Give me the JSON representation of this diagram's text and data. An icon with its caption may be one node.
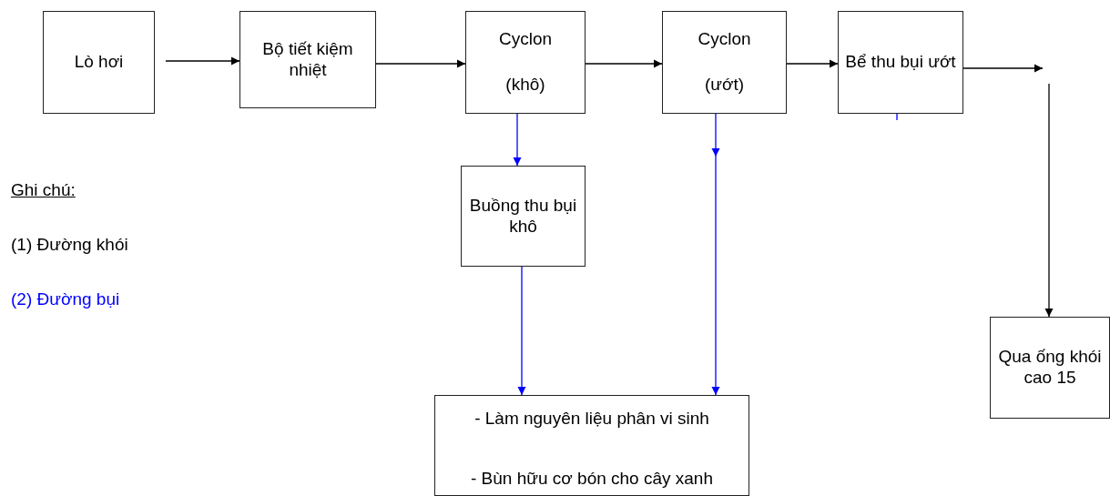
{
  "diagram": {
    "nodes": [
      {
        "text": [
          "Lò hơi"
        ]
      },
      {
        "text": [
          "Bộ tiết kiệm nhiệt"
        ]
      },
      {
        "text": [
          "Cyclon",
          "(khô)"
        ]
      },
      {
        "text": [
          "Cyclon",
          "(ướt)"
        ]
      },
      {
        "text": [
          "Bể thu bụi ướt"
        ]
      },
      {
        "text": [
          "Buồng thu bụi khô"
        ]
      },
      {
        "text": [
          "Qua ống khói cao 15"
        ]
      },
      {
        "text": [
          "- Làm nguyên liệu phân vi sinh",
          "- Bùn hữu cơ bón cho cây xanh"
        ]
      }
    ],
    "edges": [
      {
        "from": 0,
        "to": 1,
        "arrow": "to"
      },
      {
        "from": 1,
        "to": 2,
        "arrow": "to"
      },
      {
        "from": 2,
        "to": 3,
        "arrow": "to"
      },
      {
        "from": 3,
        "to": 4,
        "arrow": "to"
      },
      {
        "from": 4,
        "to": null,
        "arrow": "to"
      },
      {
        "from": null,
        "to": 6,
        "arrow": "to"
      },
      {
        "from": 2,
        "to": 5,
        "arrow": "to",
        "color": "#0000ff"
      },
      {
        "from": 5,
        "to": 7,
        "arrow": "to",
        "color": "#0000ff"
      },
      {
        "from": 3,
        "to": 7,
        "arrow": "to",
        "color": "#0000ff"
      }
    ],
    "labels": [
      "Ghi chú:"
    ],
    "legend": [
      {
        "text": "(1) Đường khói",
        "color": "#000000"
      },
      {
        "text": "(2) Đường bụi",
        "color": "#0000ff"
      }
    ]
  }
}
